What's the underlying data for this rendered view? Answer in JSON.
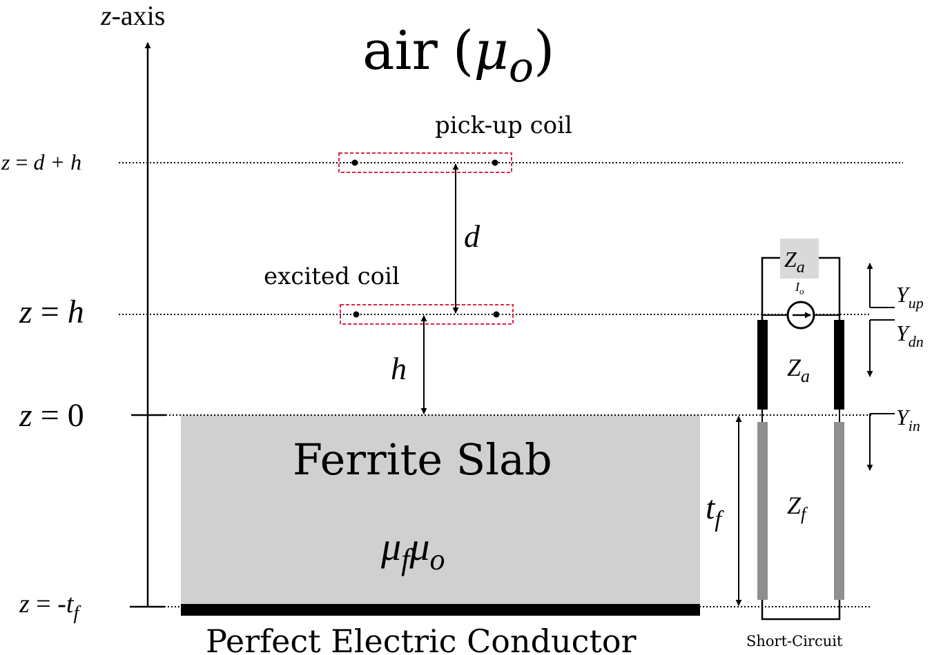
{
  "axis": {
    "label_var": "z",
    "label_rest": "-axis"
  },
  "title": {
    "main": "air",
    "open": "(",
    "mu": "μ",
    "sub": "o",
    "close": ")"
  },
  "levels": {
    "top": {
      "lhs": "z",
      "eq": " = ",
      "rhs": "d + h"
    },
    "h": {
      "lhs": "z",
      "eq": " = ",
      "rhs": "h"
    },
    "zero": {
      "lhs": "z",
      "eq": " = ",
      "rhs": "0"
    },
    "bottom": {
      "lhs": "z",
      "eq": " = ",
      "minus": "-",
      "t": "t",
      "sub": "f"
    }
  },
  "coils": {
    "pickup": "pick-up coil",
    "excited": "excited coil"
  },
  "dims": {
    "d": "d",
    "h": "h",
    "t": "t",
    "t_sub": "f"
  },
  "slab": {
    "title": "Ferrite Slab",
    "mu": "μ",
    "mu_sub1": "f",
    "mu_sub2": "o"
  },
  "pec": "Perfect Electric Conductor",
  "circuit": {
    "za_top": "Z",
    "za_top_sub": "a",
    "source": "I",
    "source_sub": "o",
    "za_mid": "Z",
    "za_mid_sub": "a",
    "zf": "Z",
    "zf_sub": "f",
    "short": "Short-Circuit",
    "yup": "Y",
    "yup_sub": "up",
    "ydn": "Y",
    "ydn_sub": "dn",
    "yin": "Y",
    "yin_sub": "in"
  },
  "colors": {
    "slab": "#d0d0d0",
    "pec": "#000000",
    "coil_box": "#e0233f",
    "line_zf": "#8f8f8f",
    "za_box": "#d9d9d9"
  }
}
